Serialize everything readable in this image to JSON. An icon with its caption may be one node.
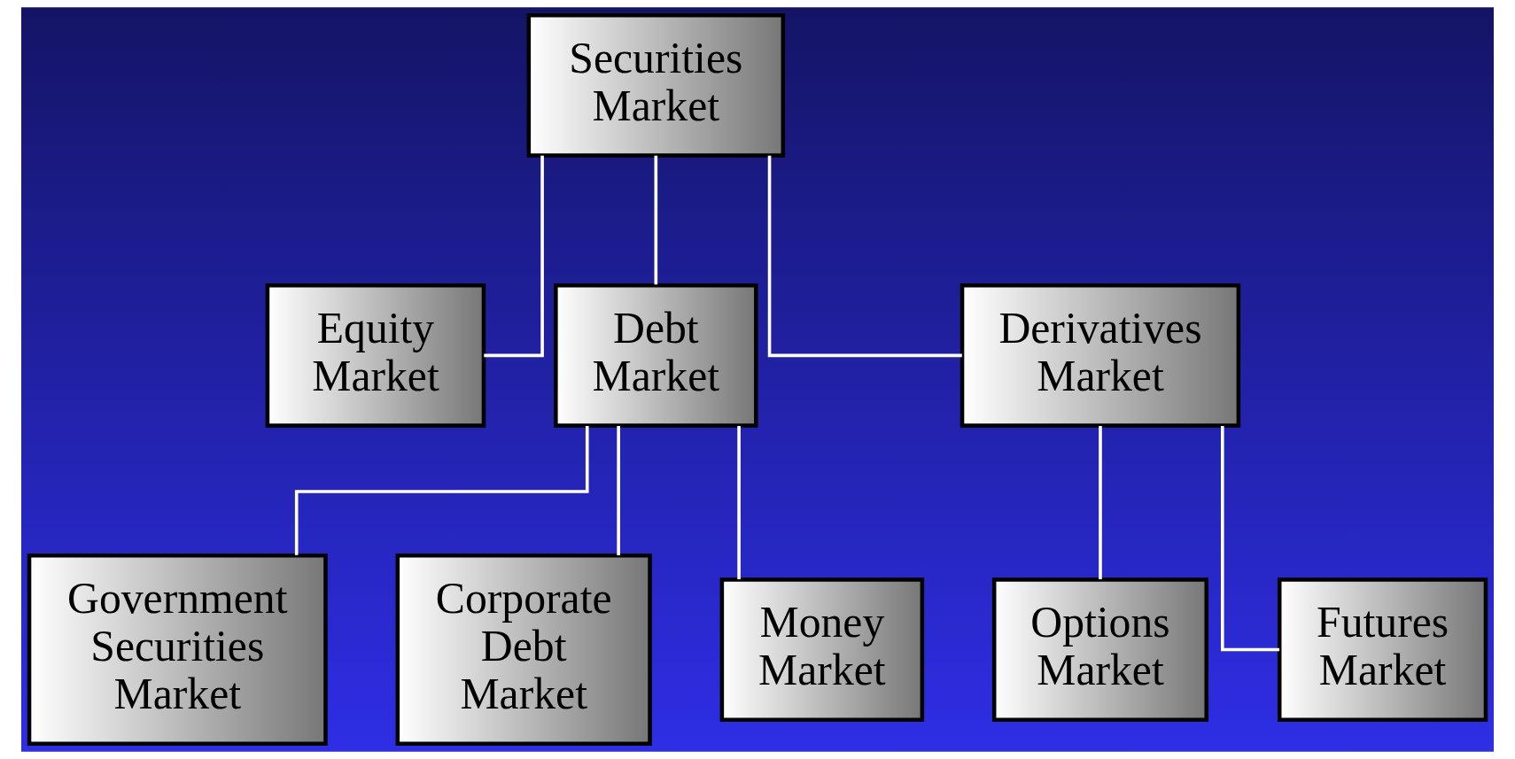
{
  "diagram": {
    "nodes": [
      {
        "text": [
          "Securities Market"
        ]
      },
      {
        "text": [
          "Equity Market"
        ]
      },
      {
        "text": [
          "Debt Market"
        ]
      },
      {
        "text": [
          "Derivatives Market"
        ]
      },
      {
        "text": [
          "Government Securities Market"
        ]
      },
      {
        "text": [
          "Corporate Debt Market"
        ]
      },
      {
        "text": [
          "Money Market"
        ]
      },
      {
        "text": [
          "Options Market"
        ]
      },
      {
        "text": [
          "Futures Market"
        ]
      }
    ],
    "edges": [
      {
        "from": 0,
        "to": 1,
        "arrow": "none"
      },
      {
        "from": 0,
        "to": 2,
        "arrow": "none"
      },
      {
        "from": 0,
        "to": 3,
        "arrow": "none"
      },
      {
        "from": 2,
        "to": 4,
        "arrow": "none"
      },
      {
        "from": 2,
        "to": 5,
        "arrow": "none"
      },
      {
        "from": 2,
        "to": 6,
        "arrow": "none"
      },
      {
        "from": 3,
        "to": 7,
        "arrow": "none"
      },
      {
        "from": 3,
        "to": 8,
        "arrow": "none"
      }
    ]
  }
}
